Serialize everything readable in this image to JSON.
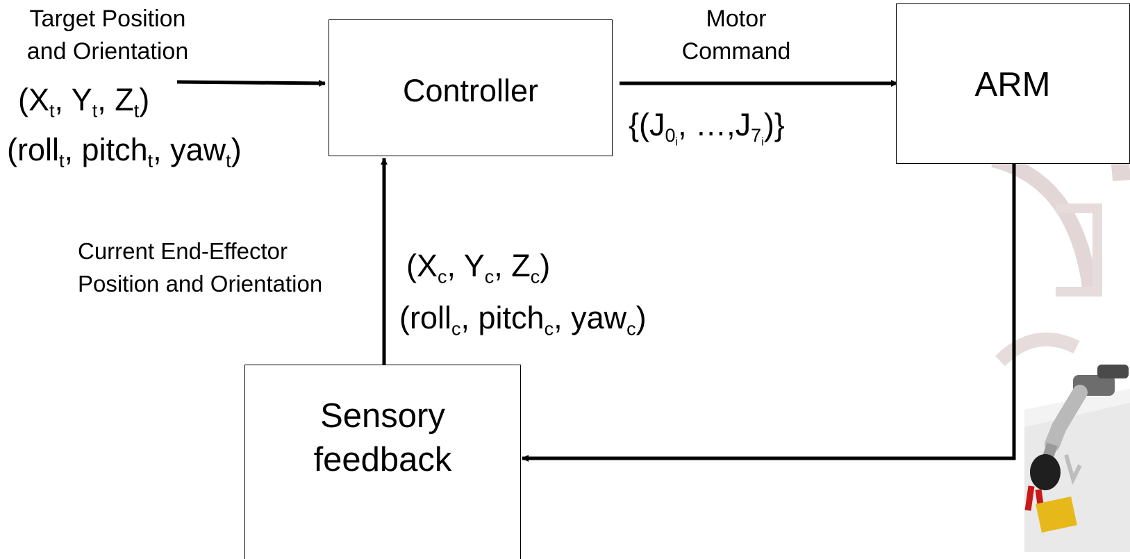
{
  "input": {
    "label_line1": "Target  Position",
    "label_line2": "and Orientation",
    "position": {
      "open": "(",
      "v1": "X",
      "s1": "t",
      "v2": "Y",
      "s2": "t",
      "v3": "Z",
      "s3": "t",
      "close": ")"
    },
    "orientation": {
      "open": "(",
      "v1": "roll",
      "s1": "t",
      "v2": "pitch",
      "s2": "t",
      "v3": "yaw",
      "s3": "t",
      "close": ")"
    }
  },
  "controller": {
    "label": "Controller"
  },
  "motor_command": {
    "label_line1": "Motor",
    "label_line2": "Command",
    "expr": {
      "open": "{(J",
      "sub1": "0",
      "subsub1": "i",
      "mid": ", …,J",
      "sub2": "7",
      "subsub2": "i",
      "close": ")}"
    }
  },
  "arm": {
    "label": "ARM"
  },
  "feedback": {
    "label_line1": "Current End-Effector",
    "label_line2": "Position and Orientation",
    "position": {
      "open": "(",
      "v1": "X",
      "s1": "c",
      "v2": "Y",
      "s2": "c",
      "v3": "Z",
      "s3": "c",
      "close": ")"
    },
    "orientation": {
      "open": "(",
      "v1": "roll",
      "s1": "c",
      "v2": "pitch",
      "s2": "c",
      "v3": "yaw",
      "s3": "c",
      "close": ")"
    }
  },
  "sensory": {
    "label_line1": "Sensory",
    "label_line2": "feedback"
  },
  "colors": {
    "line": "#000000",
    "watermark": "#d9cdcd",
    "block": "#e8c21a"
  }
}
